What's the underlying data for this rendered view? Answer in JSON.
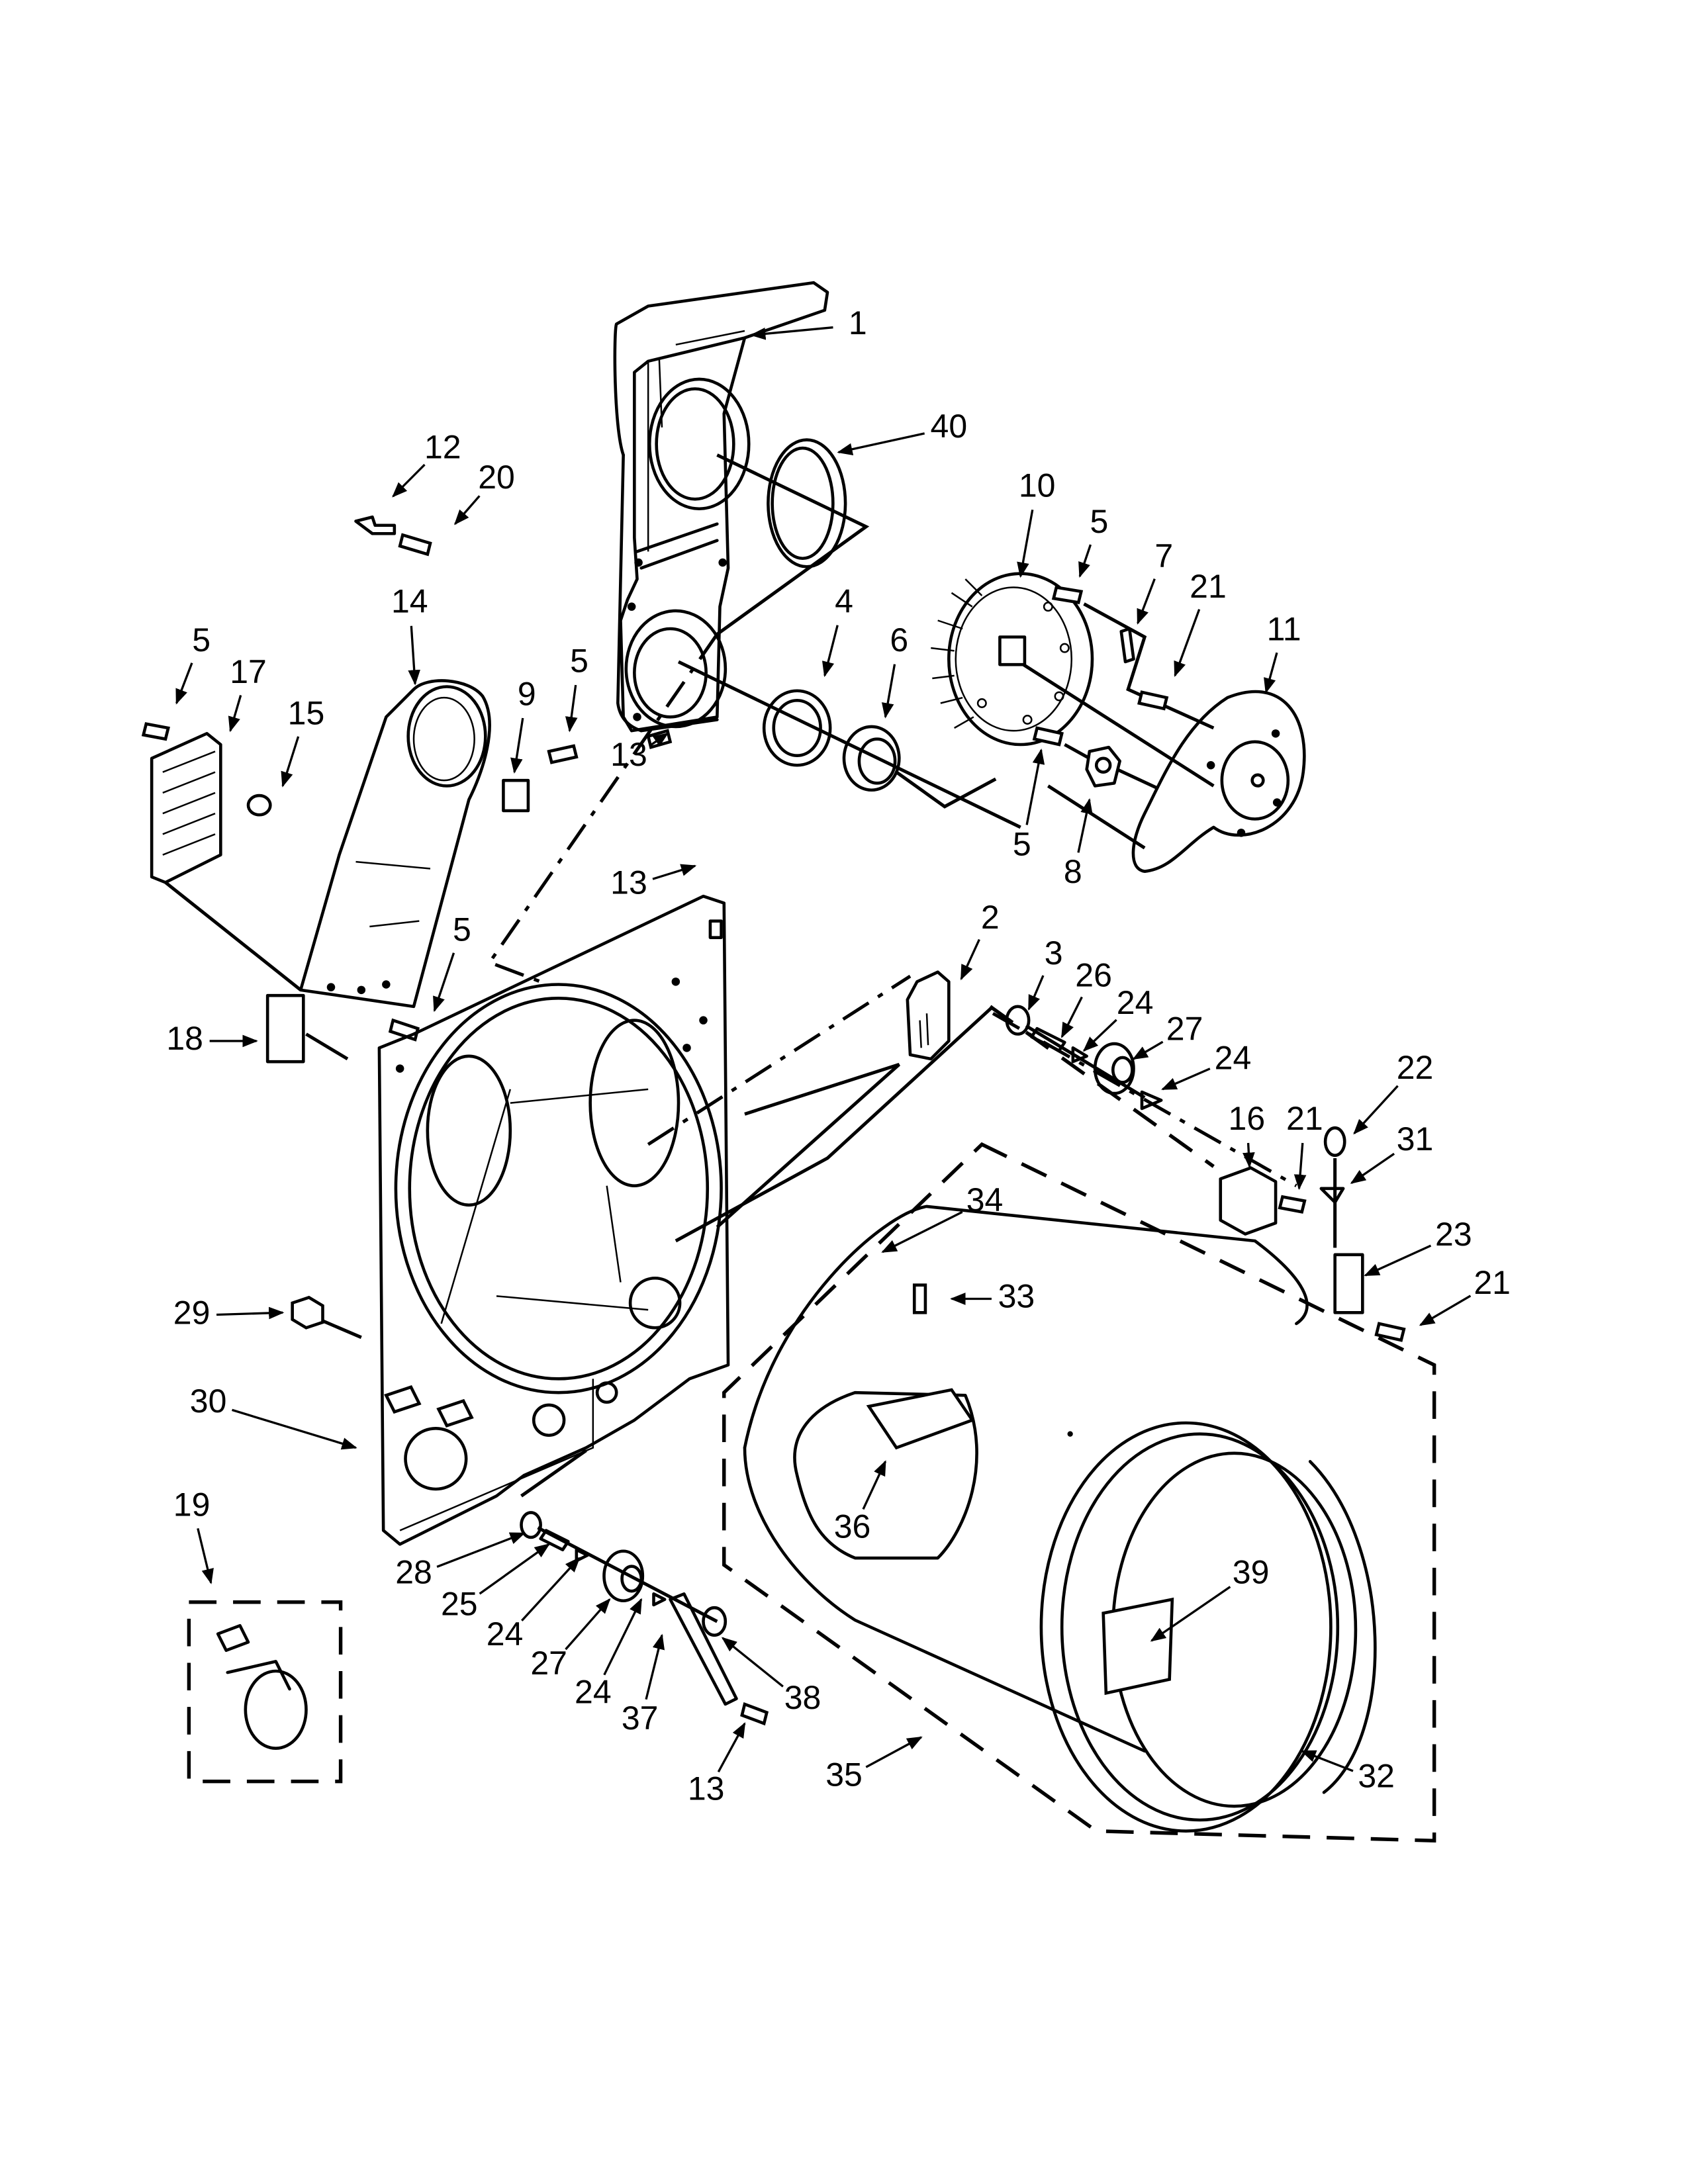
{
  "diagram": {
    "title": "Dryer bulkhead and drum exploded parts diagram",
    "callouts": [
      {
        "id": "c1",
        "label": "1",
        "part": "rear bulkhead / exhaust duct"
      },
      {
        "id": "c40",
        "label": "40",
        "part": "duct seal"
      },
      {
        "id": "c12",
        "label": "12",
        "part": "clip"
      },
      {
        "id": "c20",
        "label": "20",
        "part": "screw"
      },
      {
        "id": "c10",
        "label": "10",
        "part": "blower wheel"
      },
      {
        "id": "c5a",
        "label": "5",
        "part": "screw"
      },
      {
        "id": "c7",
        "label": "7",
        "part": "clip"
      },
      {
        "id": "c21a",
        "label": "21",
        "part": "screw"
      },
      {
        "id": "c11",
        "label": "11",
        "part": "blower housing"
      },
      {
        "id": "c14",
        "label": "14",
        "part": "lint duct"
      },
      {
        "id": "c5b",
        "label": "5",
        "part": "screw"
      },
      {
        "id": "c17",
        "label": "17",
        "part": "heater element bracket"
      },
      {
        "id": "c15",
        "label": "15",
        "part": "thermostat"
      },
      {
        "id": "c9",
        "label": "9",
        "part": "bracket"
      },
      {
        "id": "c5c",
        "label": "5",
        "part": "screw"
      },
      {
        "id": "c4",
        "label": "4",
        "part": "seal"
      },
      {
        "id": "c6",
        "label": "6",
        "part": "bearing"
      },
      {
        "id": "c13a",
        "label": "13",
        "part": "screw"
      },
      {
        "id": "c5d",
        "label": "5",
        "part": "screw"
      },
      {
        "id": "c8",
        "label": "8",
        "part": "bracket"
      },
      {
        "id": "c13b",
        "label": "13",
        "part": "screw"
      },
      {
        "id": "c2",
        "label": "2",
        "part": "pad"
      },
      {
        "id": "c5e",
        "label": "5",
        "part": "screw"
      },
      {
        "id": "c3",
        "label": "3",
        "part": "washer"
      },
      {
        "id": "c26",
        "label": "26",
        "part": "shaft"
      },
      {
        "id": "c24a",
        "label": "24",
        "part": "retaining ring"
      },
      {
        "id": "c27a",
        "label": "27",
        "part": "roller"
      },
      {
        "id": "c24b",
        "label": "24",
        "part": "retaining ring"
      },
      {
        "id": "c18",
        "label": "18",
        "part": "label"
      },
      {
        "id": "c16",
        "label": "16",
        "part": "bracket"
      },
      {
        "id": "c21b",
        "label": "21",
        "part": "screw"
      },
      {
        "id": "c22",
        "label": "22",
        "part": "fuse"
      },
      {
        "id": "c31",
        "label": "31",
        "part": "clip"
      },
      {
        "id": "c34",
        "label": "34",
        "part": "drum seal"
      },
      {
        "id": "c23",
        "label": "23",
        "part": "cover"
      },
      {
        "id": "c33",
        "label": "33",
        "part": "screw"
      },
      {
        "id": "c21c",
        "label": "21",
        "part": "screw"
      },
      {
        "id": "c29",
        "label": "29",
        "part": "nut"
      },
      {
        "id": "c30",
        "label": "30",
        "part": "front bulkhead"
      },
      {
        "id": "c36",
        "label": "36",
        "part": "baffle"
      },
      {
        "id": "c39",
        "label": "39",
        "part": "baffle"
      },
      {
        "id": "c19",
        "label": "19",
        "part": "wiring kit"
      },
      {
        "id": "c28",
        "label": "28",
        "part": "washer"
      },
      {
        "id": "c25",
        "label": "25",
        "part": "shaft"
      },
      {
        "id": "c24c",
        "label": "24",
        "part": "retaining ring"
      },
      {
        "id": "c27b",
        "label": "27",
        "part": "roller"
      },
      {
        "id": "c24d",
        "label": "24",
        "part": "retaining ring"
      },
      {
        "id": "c37",
        "label": "37",
        "part": "idler arm"
      },
      {
        "id": "c38",
        "label": "38",
        "part": "washer"
      },
      {
        "id": "c13c",
        "label": "13",
        "part": "screw"
      },
      {
        "id": "c35",
        "label": "35",
        "part": "drum assembly"
      },
      {
        "id": "c32",
        "label": "32",
        "part": "drum seal"
      }
    ]
  }
}
